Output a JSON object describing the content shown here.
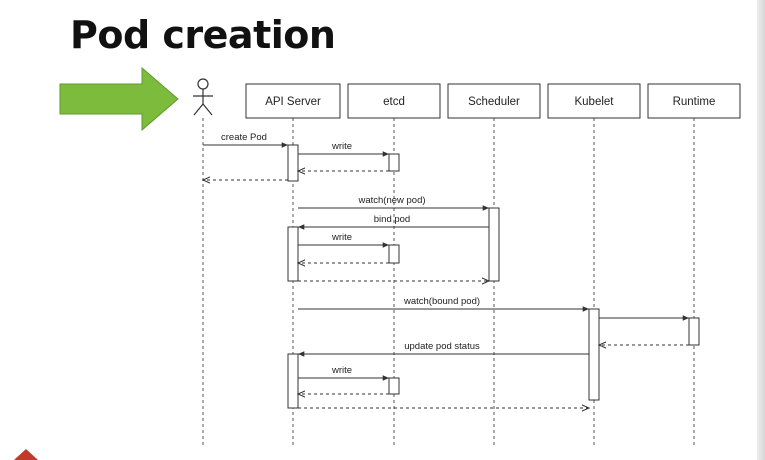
{
  "slide": {
    "title": "Pod creation"
  },
  "colors": {
    "arrow_fill": "#7cbb3c",
    "arrow_stroke": "#5f9a2b",
    "line": "#333333",
    "logo": "#c0392b"
  },
  "diagram": {
    "actor_icon": "stick-figure-icon",
    "participants": [
      "API Server",
      "etcd",
      "Scheduler",
      "Kubelet",
      "Runtime"
    ],
    "messages": [
      {
        "label": "create Pod",
        "kind": "call"
      },
      {
        "label": "write",
        "kind": "call"
      },
      {
        "label": "",
        "kind": "return"
      },
      {
        "label": "",
        "kind": "return"
      },
      {
        "label": "watch(new pod)",
        "kind": "call"
      },
      {
        "label": "bind pod",
        "kind": "call"
      },
      {
        "label": "write",
        "kind": "call"
      },
      {
        "label": "",
        "kind": "return"
      },
      {
        "label": "",
        "kind": "return"
      },
      {
        "label": "watch(bound pod)",
        "kind": "call"
      },
      {
        "label": "",
        "kind": "call"
      },
      {
        "label": "",
        "kind": "return"
      },
      {
        "label": "update pod status",
        "kind": "call"
      },
      {
        "label": "write",
        "kind": "call"
      },
      {
        "label": "",
        "kind": "return"
      },
      {
        "label": "",
        "kind": "return"
      }
    ]
  }
}
